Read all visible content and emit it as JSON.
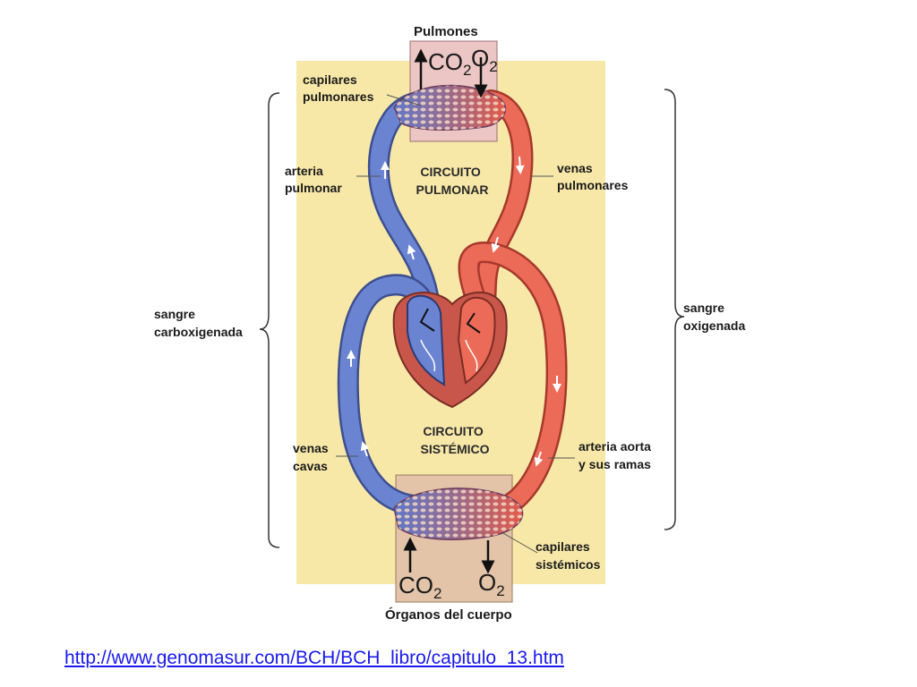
{
  "labels": {
    "lungs_title": "Pulmones",
    "organs_title": "Órganos del cuerpo",
    "pulmonary_capillaries_1": "capilares",
    "pulmonary_capillaries_2": "pulmonares",
    "pulmonary_artery_1": "arteria",
    "pulmonary_artery_2": "pulmonar",
    "pulmonary_veins_1": "venas",
    "pulmonary_veins_2": "pulmonares",
    "pulmonary_circuit_1": "CIRCUITO",
    "pulmonary_circuit_2": "PULMONAR",
    "systemic_circuit_1": "CIRCUITO",
    "systemic_circuit_2": "SISTÉMICO",
    "deoxygenated_1": "sangre",
    "deoxygenated_2": "carboxigenada",
    "oxygenated_1": "sangre",
    "oxygenated_2": "oxigenada",
    "venae_cavae_1": "venas",
    "venae_cavae_2": "cavas",
    "aorta_1": "arteria aorta",
    "aorta_2": "y sus ramas",
    "systemic_capillaries_1": "capilares",
    "systemic_capillaries_2": "sistémicos"
  },
  "gases": {
    "co2": "CO",
    "o2": "O",
    "subscript": "2"
  },
  "source": {
    "url": "http://www.genomasur.com/BCH/BCH_libro/capitulo_13.htm"
  },
  "colors": {
    "background_panel": "#f8e8a8",
    "lung_box": "#ecc6c4",
    "organ_box": "#e3c4a8",
    "deoxygenated_blood": "#5f78c8",
    "oxygenated_blood": "#e35a48",
    "heart_wall": "#c9564a",
    "capillary_mesh": "#8d5a7a"
  }
}
